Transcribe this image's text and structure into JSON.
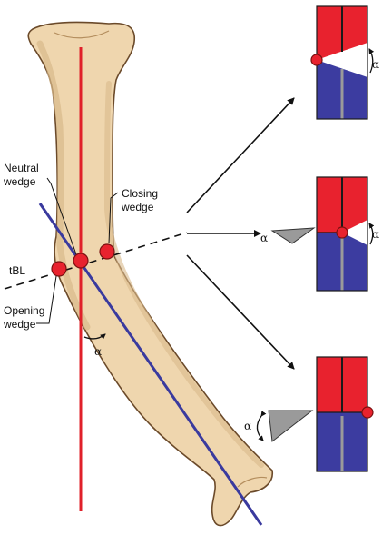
{
  "labels": {
    "neutral_wedge": [
      "Neutral",
      "wedge"
    ],
    "closing_wedge": [
      "Closing",
      "wedge"
    ],
    "opening_wedge": [
      "Opening",
      "wedge"
    ],
    "tbl": "tBL",
    "alpha": "α"
  },
  "colors": {
    "bone_fill": "#efd6ae",
    "bone_shade": "#d9b98a",
    "bone_outline": "#6b4a2a",
    "red_axis": "#e0202a",
    "blue_axis": "#3a3a9e",
    "segment_red": "#e8222e",
    "segment_blue": "#3c3ca0",
    "marker": "#e8222e",
    "wedge_gray": "#9a9a9a",
    "stem": "#9a9a9a",
    "ink": "#111111"
  }
}
